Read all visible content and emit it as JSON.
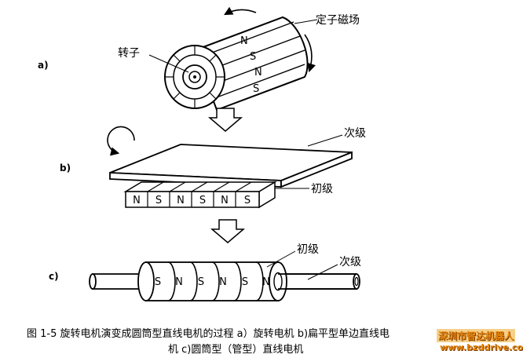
{
  "panel_a": {
    "tag": "a)",
    "stator_label": "定子磁场",
    "rotor_label": "转子",
    "poles": [
      "N",
      "S",
      "N",
      "S"
    ]
  },
  "panel_b": {
    "tag": "b)",
    "secondary_label": "次级",
    "primary_label": "初级",
    "poles": [
      "N",
      "S",
      "N",
      "S",
      "N",
      "S"
    ]
  },
  "panel_c": {
    "tag": "c)",
    "primary_label": "初级",
    "secondary_label": "次级",
    "poles": [
      "S",
      "N",
      "S",
      "N",
      "S",
      "N"
    ]
  },
  "caption": {
    "line1": "图 1-5  旋转电机演变成圆筒型直线电机的过程   a）旋转电机   b)扁平型单边直线电",
    "line2": "机   c)圆筒型（管型）直线电机"
  },
  "watermark": {
    "line1": "深圳市智达机器人",
    "line2": "www.bzddrive.com"
  }
}
